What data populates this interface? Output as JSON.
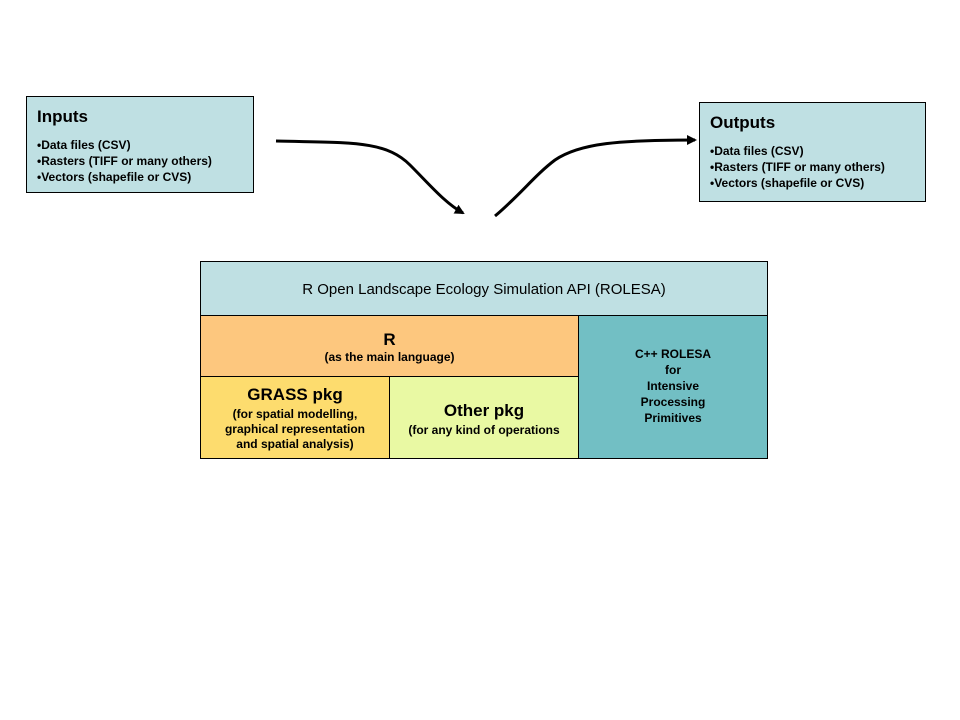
{
  "inputs": {
    "title": "Inputs",
    "items": [
      "Data files (CSV)",
      "Rasters (TIFF or many others)",
      "Vectors (shapefile or CVS)"
    ]
  },
  "outputs": {
    "title": "Outputs",
    "items": [
      "Data files (CSV)",
      "Rasters (TIFF or many others)",
      "Vectors (shapefile or CVS)"
    ]
  },
  "architecture": {
    "api": "R Open Landscape Ecology Simulation API  (ROLESA)",
    "r": {
      "title": "R",
      "subtitle": "(as the main language)"
    },
    "grass": {
      "title": "GRASS pkg",
      "subtitle_lines": [
        "(for spatial modelling,",
        "graphical representation",
        "and spatial analysis)"
      ]
    },
    "other": {
      "title": "Other pkg",
      "subtitle": "(for any kind of operations"
    },
    "cpp": {
      "lines": [
        "C++ ROLESA",
        "for",
        "Intensive",
        "Processing",
        "Primitives"
      ]
    }
  },
  "colors": {
    "io_box": "#bfe0e3",
    "api": "#bfe0e3",
    "r": "#fdc77e",
    "grass": "#fddc6e",
    "other": "#e9f9a3",
    "cpp": "#72bfc4"
  },
  "arrows": [
    {
      "name": "inputs-to-rolesa-arrow",
      "from": "inputs",
      "to": "rolesa"
    },
    {
      "name": "rolesa-to-outputs-arrow",
      "from": "rolesa",
      "to": "outputs"
    }
  ]
}
